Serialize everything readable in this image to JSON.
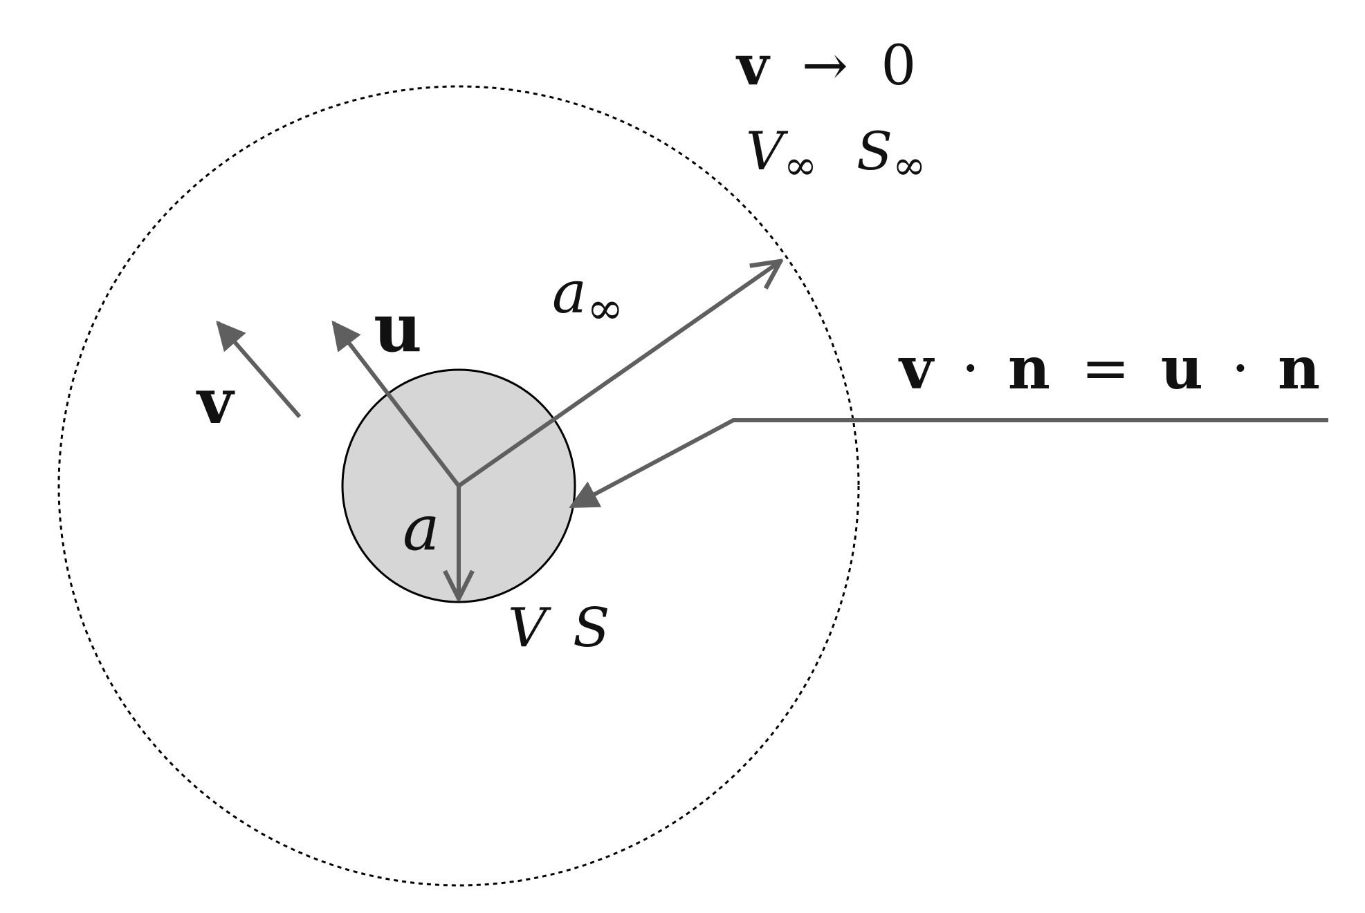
{
  "colors": {
    "arrow": "#5f5f5f",
    "sphere_fill": "#d6d6d6",
    "outline": "#000000",
    "text": "#111111"
  },
  "labels": {
    "far_condition": {
      "vec": "v",
      "arrow": "→",
      "zero": "0"
    },
    "far_volume": {
      "main": "V",
      "sub": "∞"
    },
    "far_surface": {
      "main": "S",
      "sub": "∞"
    },
    "outer_radius": {
      "main": "a",
      "sub": "∞"
    },
    "inner_radius": "a",
    "velocity_v": "v",
    "velocity_u": "u",
    "boundary_condition": {
      "lhs_v": "v",
      "dot1": "·",
      "lhs_n": "n",
      "eq": "=",
      "rhs_u": "u",
      "dot2": "·",
      "rhs_n": "n"
    },
    "inner_volume": "V",
    "inner_surface": "S"
  }
}
